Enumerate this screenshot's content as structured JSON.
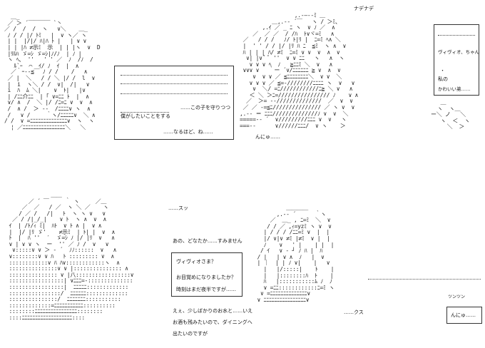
{
  "panel1": {
    "line1": "……この子を守りつつ",
    "line2": "僕がしたいことをする",
    "line3": "……なるほど、ね……"
  },
  "panel2": {
    "sfx_top": "ナデナデ",
    "line1": "ヴィヴィオ、ちゃん",
    "line2": "私の",
    "line3": "かわいい弟……",
    "mutter": "んにゅ……"
  },
  "panel3": {
    "sfx": "……スッ",
    "line1": "あの、どなたか……すみません",
    "box_line1": "ヴィヴィオさま？",
    "box_line2": "お目覚めになりましたか？",
    "box_line3": "時刻はまだ夜半ですが……",
    "line2": "えぇ、少しばかりのお水と……いえ",
    "line3": "お酒も残みたいので、ダイニングへ",
    "line4": "出たいのですが"
  },
  "panel4": {
    "sfx_kusu": "……クス",
    "sfx_small": "ツンツン",
    "mutter": "んにゅ……"
  }
}
